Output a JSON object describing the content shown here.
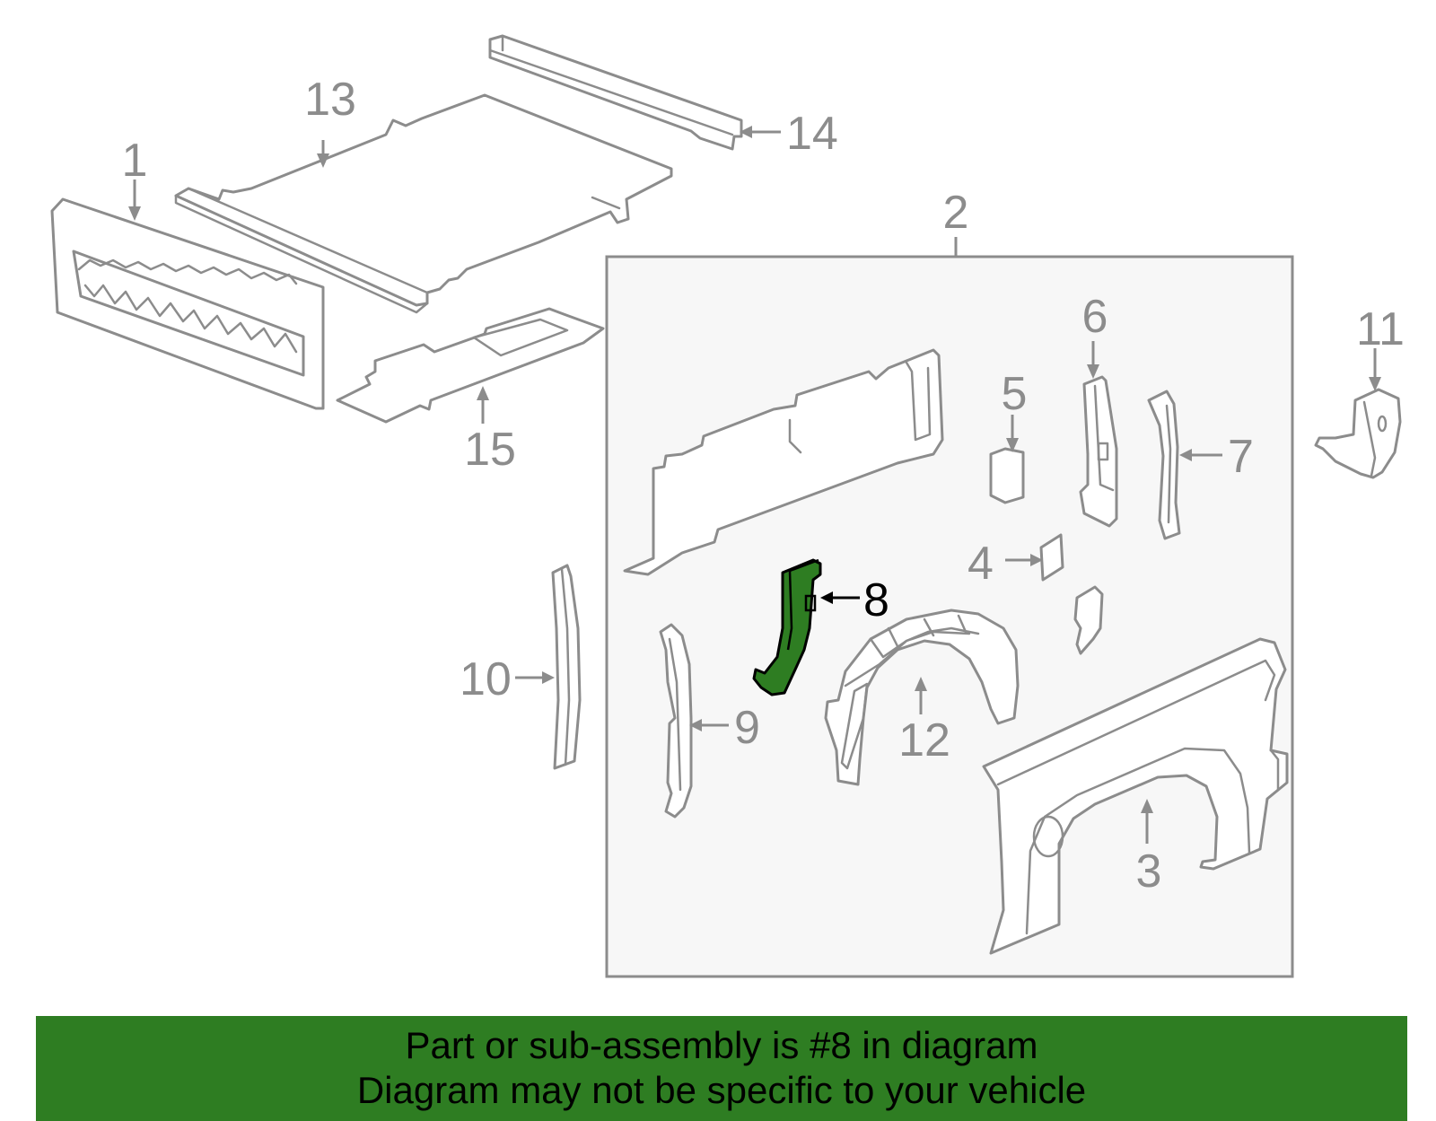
{
  "callouts": {
    "c1": "1",
    "c2": "2",
    "c3": "3",
    "c4": "4",
    "c5": "5",
    "c6": "6",
    "c7": "7",
    "c8": "8",
    "c9": "9",
    "c10": "10",
    "c11": "11",
    "c12": "12",
    "c13": "13",
    "c14": "14",
    "c15": "15"
  },
  "highlighted_part": "8",
  "colors": {
    "highlight": "#2e7d22",
    "line": "#8c8c8c",
    "box_fill": "#f7f7f7"
  },
  "banner": {
    "line1": "Part or sub-assembly is #8 in diagram",
    "line2": "Diagram may not be specific to your vehicle"
  }
}
